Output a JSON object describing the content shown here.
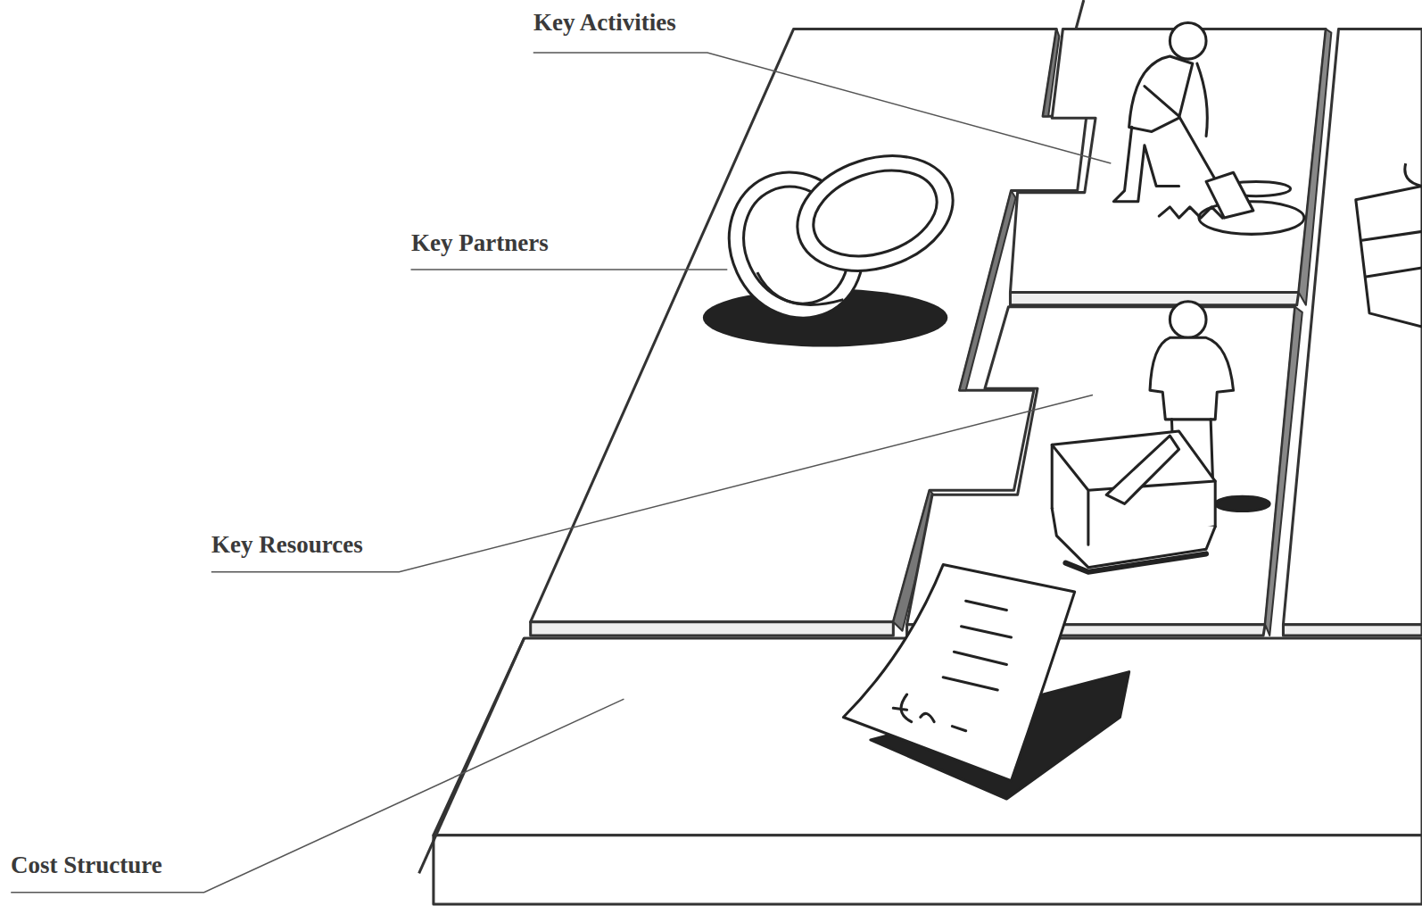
{
  "diagram": {
    "labels": [
      "Key Activities",
      "Key Partners",
      "Key Resources",
      "Cost Structure"
    ]
  }
}
